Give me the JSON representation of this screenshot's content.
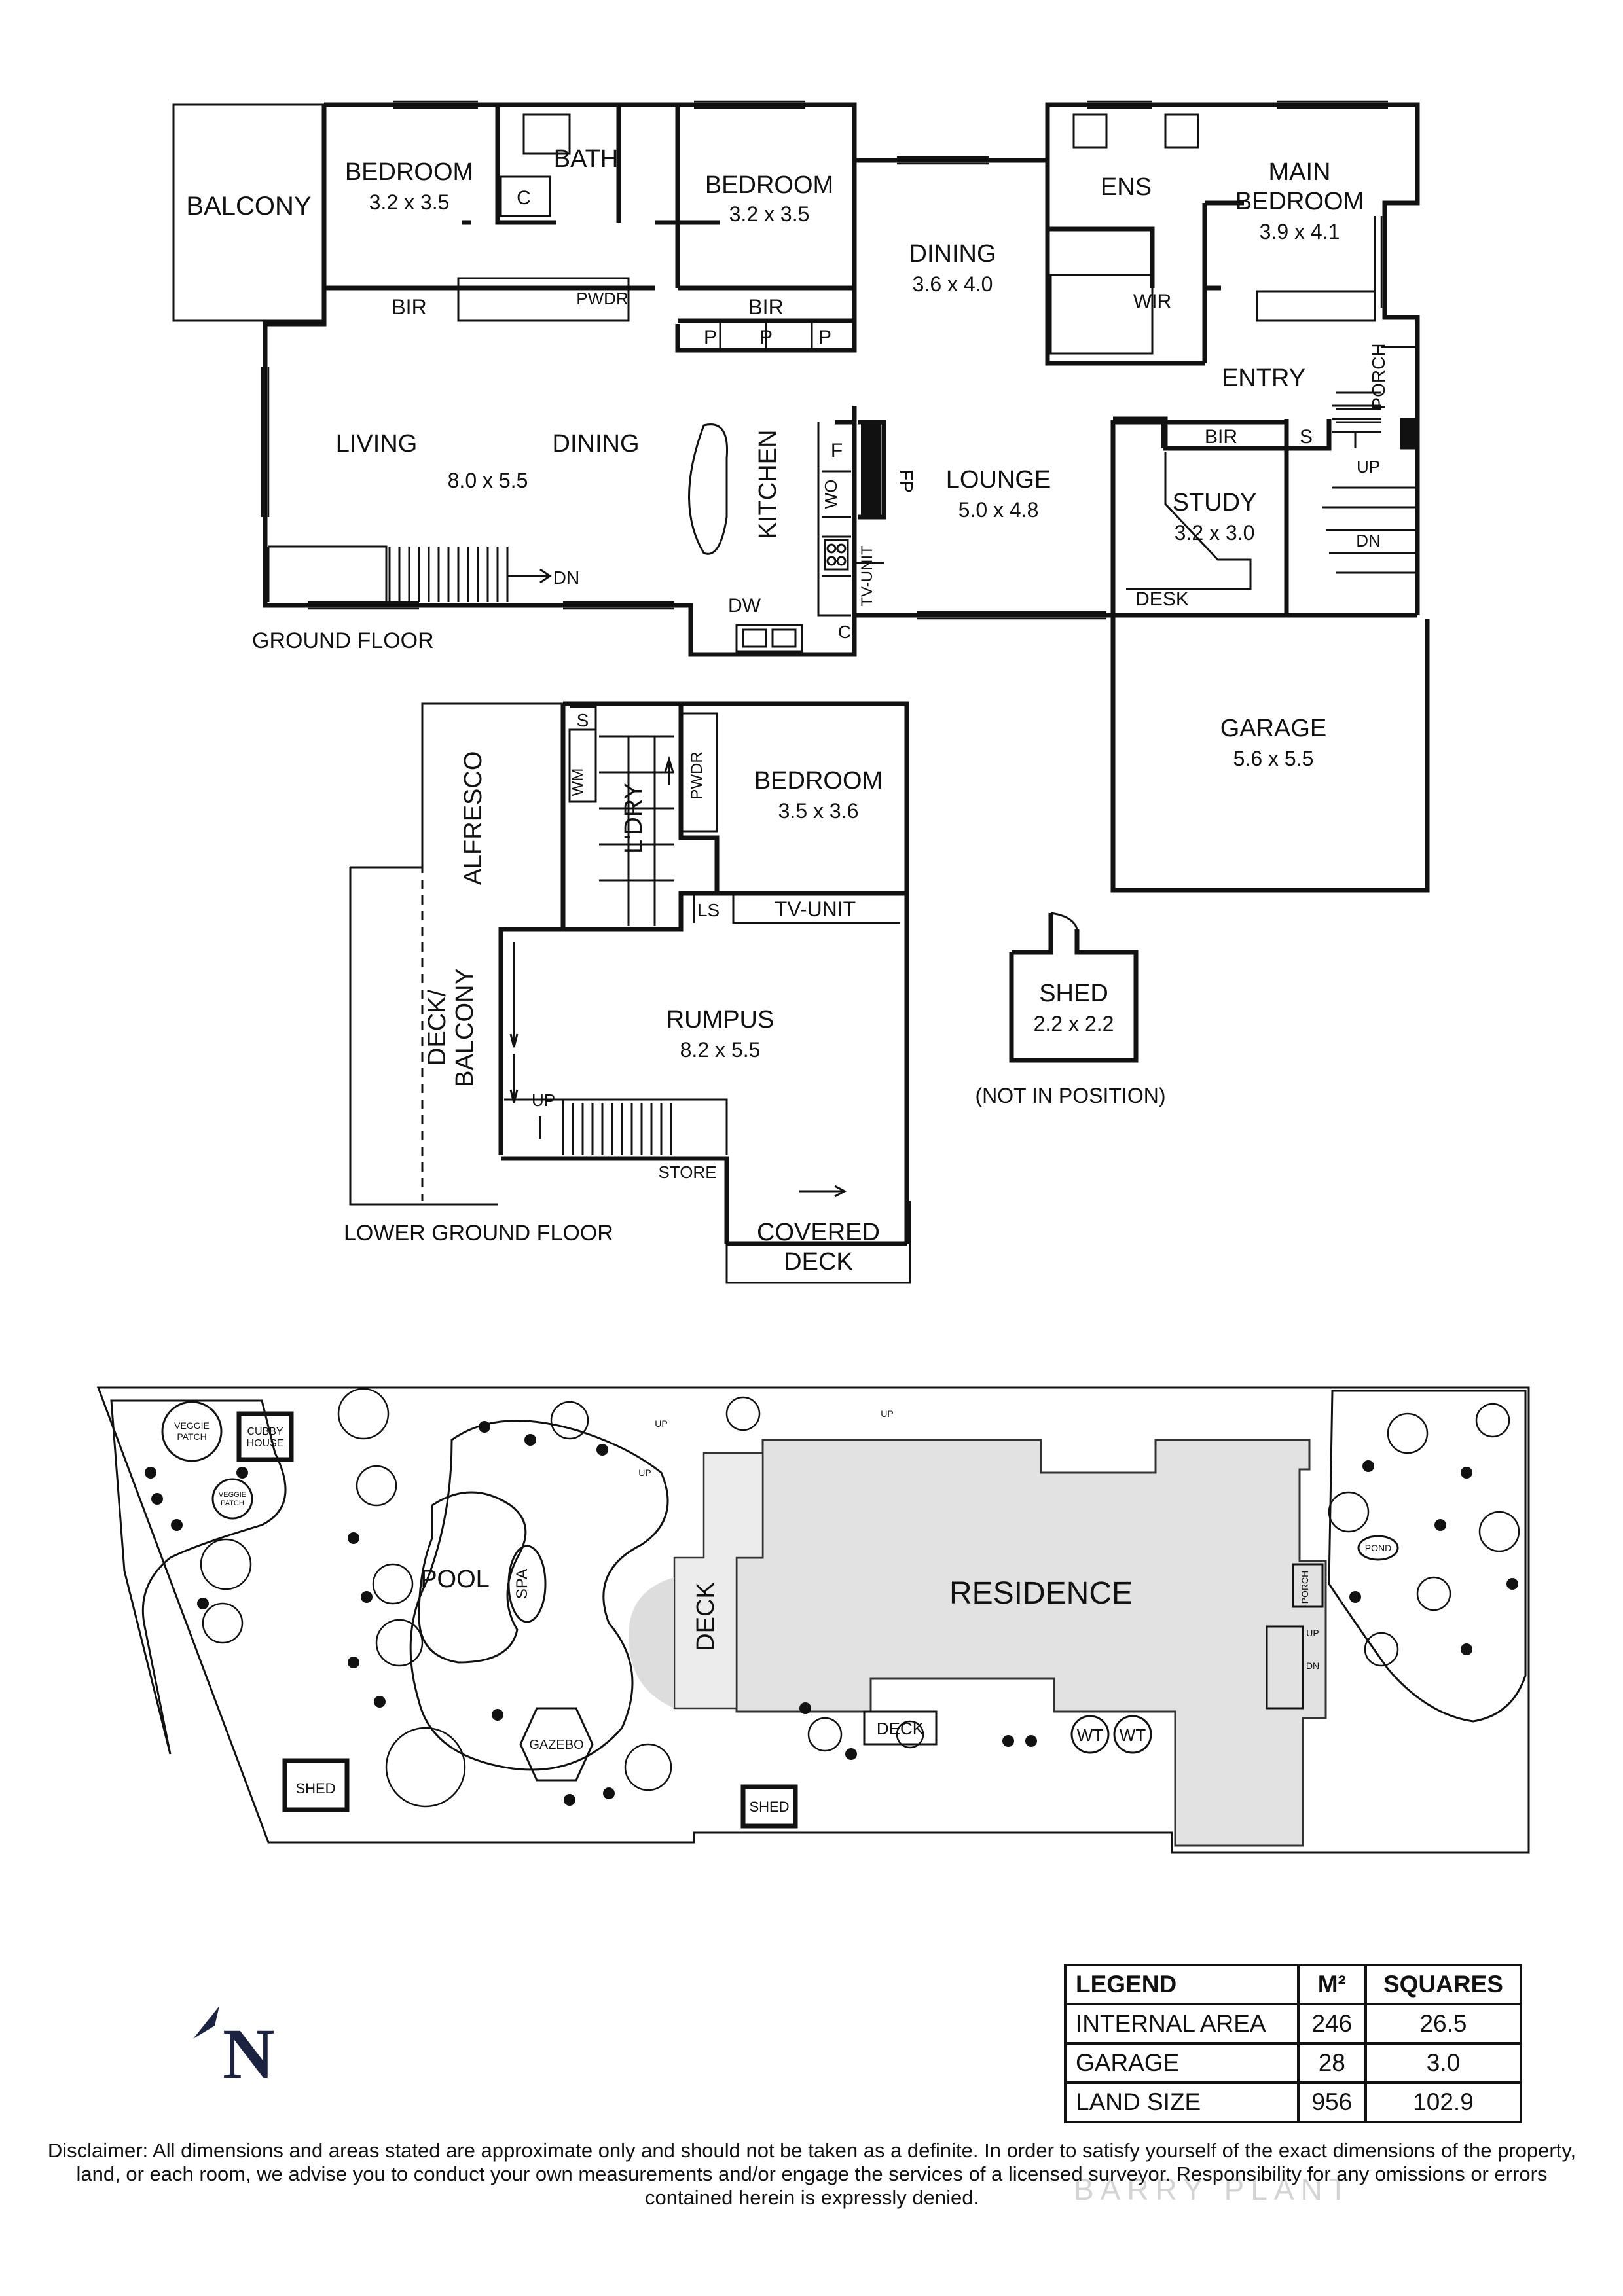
{
  "ground_floor": {
    "title": "GROUND FLOOR",
    "balcony": "BALCONY",
    "bedroom1": {
      "name": "BEDROOM",
      "dims": "3.2 x 3.5"
    },
    "bath": "BATH",
    "c1": "C",
    "bedroom2": {
      "name": "BEDROOM",
      "dims": "3.2 x 3.5"
    },
    "pwdr": "PWDR",
    "bir1": "BIR",
    "bir2": "BIR",
    "p_labels": [
      "P",
      "P",
      "P"
    ],
    "dining_upper": {
      "name": "DINING",
      "dims": "3.6 x 4.0"
    },
    "ens": "ENS",
    "main_bedroom": {
      "name": "MAIN BEDROOM",
      "line1": "MAIN",
      "line2": "BEDROOM",
      "dims": "3.9 x 4.1"
    },
    "wir": "WIR",
    "entry": "ENTRY",
    "porch": "PORCH",
    "living": "LIVING",
    "living_dims": "8.0 x 5.5",
    "dining_main": "DINING",
    "kitchen": "KITCHEN",
    "f": "F",
    "wo": "WO",
    "fp": "FP",
    "lounge": {
      "name": "LOUNGE",
      "dims": "5.0 x 4.8"
    },
    "tv_unit": "TV-UNIT",
    "dw": "DW",
    "c2": "C",
    "dn": "DN",
    "bir3": "BIR",
    "s": "S",
    "up": "UP",
    "study": {
      "name": "STUDY",
      "dims": "3.2 x 3.0"
    },
    "desk": "DESK",
    "dn2": "DN",
    "garage": {
      "name": "GARAGE",
      "dims": "5.6 x 5.5"
    }
  },
  "lower_ground_floor": {
    "title": "LOWER GROUND FLOOR",
    "alfresco": "ALFRESCO",
    "wm": "WM",
    "s": "S",
    "ldry": "L'DRY",
    "pwdr": "PWDR",
    "bedroom": {
      "name": "BEDROOM",
      "dims": "3.5 x 3.6"
    },
    "ls": "LS",
    "tv_unit": "TV-UNIT",
    "deck_balcony": {
      "line1": "DECK/",
      "line2": "BALCONY"
    },
    "rumpus": {
      "name": "RUMPUS",
      "dims": "8.2 x 5.5"
    },
    "up": "UP",
    "store": "STORE",
    "covered_deck": {
      "line1": "COVERED",
      "line2": "DECK"
    }
  },
  "shed": {
    "name": "SHED",
    "dims": "2.2 x 2.2",
    "note": "(NOT IN POSITION)"
  },
  "site_plan": {
    "veggie_patch_1": [
      "VEGGIE",
      "PATCH"
    ],
    "cubby_house": [
      "CUBBY",
      "HOUSE"
    ],
    "veggie_patch_2": [
      "VEGGIE",
      "PATCH"
    ],
    "pool": "POOL",
    "spa": "SPA",
    "gazebo": "GAZEBO",
    "shed_left": "SHED",
    "deck_side": "DECK",
    "residence": "RESIDENCE",
    "deck_bottom": "DECK",
    "wt1": "WT",
    "wt2": "WT",
    "shed_mid": "SHED",
    "pond": "POND",
    "porch": "PORCH",
    "up_labels": [
      "UP",
      "UP",
      "UP",
      "UP"
    ],
    "dn": "DN",
    "colors": {
      "residence_fill": "#e2e2e2",
      "deck_fill": "#ececec",
      "garden_stroke": "#111111"
    }
  },
  "legend": {
    "headers": [
      "LEGEND",
      "M²",
      "SQUARES"
    ],
    "rows": [
      {
        "label": "INTERNAL AREA",
        "m2": "246",
        "squares": "26.5"
      },
      {
        "label": "GARAGE",
        "m2": "28",
        "squares": "3.0"
      },
      {
        "label": "LAND SIZE",
        "m2": "956",
        "squares": "102.9"
      }
    ]
  },
  "north_arrow": {
    "letter": "N",
    "icon": "north-arrow-icon",
    "color": "#1c2340"
  },
  "disclaimer": "Disclaimer: All dimensions and areas stated are approximate only and should not be taken as a definite. In order to satisfy yourself of the exact dimensions of the property, land, or each room, we advise you to conduct your own measurements and/or engage the services of a licensed surveyor. Responsibility for any omissions or errors contained herein is expressly denied.",
  "watermark": "BARRY PLANT"
}
